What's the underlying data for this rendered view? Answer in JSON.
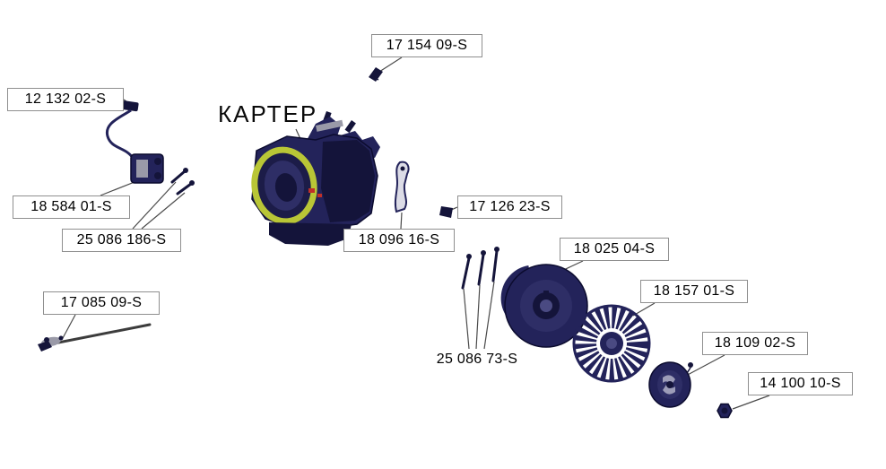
{
  "diagram": {
    "title": "КАРТЕР",
    "labels": [
      {
        "text": "17 154 09-S"
      },
      {
        "text": "12 132 02-S"
      },
      {
        "text": "18 584 01-S"
      },
      {
        "text": "25 086 186-S"
      },
      {
        "text": "17 126 23-S"
      },
      {
        "text": "18 096 16-S"
      },
      {
        "text": "18 025 04-S"
      },
      {
        "text": "17 085 09-S"
      },
      {
        "text": "18 157 01-S"
      },
      {
        "text": "25 086 73-S"
      },
      {
        "text": "18 109 02-S"
      },
      {
        "text": "14 100 10-S"
      }
    ],
    "parts": [
      "top-screw",
      "ignition-module",
      "crankcase-assembly",
      "mounting-screws",
      "guard-bracket",
      "retainer-clip",
      "flywheel",
      "flywheel-screws",
      "cooling-fan",
      "starter-pulley",
      "flange-nut",
      "throttle-rod"
    ],
    "colors": {
      "background": "#ffffff",
      "line_art_navy": "#23235a",
      "line_art_dark": "#14143a",
      "line_art_mid": "#2e2e66",
      "gasket_green": "#b9c636",
      "steel_gray": "#9a9aa8",
      "red_accent": "#c03028",
      "leader_line": "#4a4a4a",
      "label_border": "#8f8f8f",
      "label_text": "#000000"
    }
  }
}
